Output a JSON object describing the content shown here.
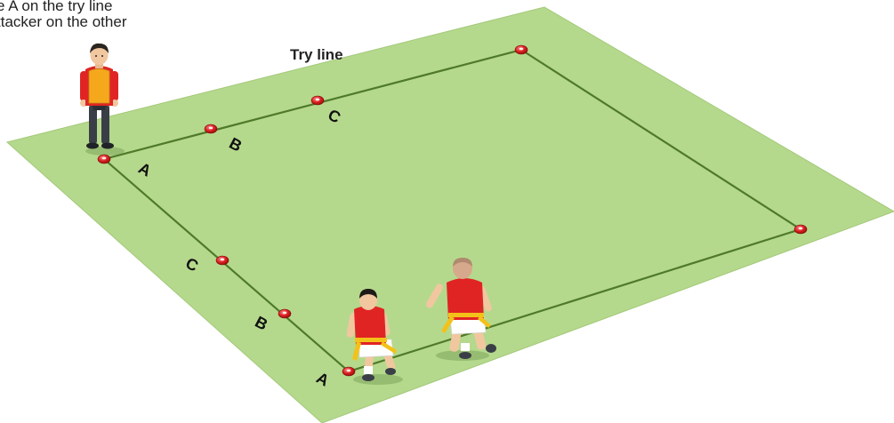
{
  "caption": {
    "line1": "e A on the try line",
    "line2": "ttacker on the other"
  },
  "try_line_label": "Try line",
  "cone_labels": {
    "top_a": "A",
    "top_b": "B",
    "top_c": "C",
    "left_c": "C",
    "left_b": "B",
    "left_a": "A"
  },
  "colors": {
    "pitch": "#b5d98c",
    "boundary": "#4f7a2a",
    "cone": "#d81e1e",
    "bib": "#f5a81c",
    "shirt": "#e02424",
    "tag_belt": "#f2c21a"
  }
}
